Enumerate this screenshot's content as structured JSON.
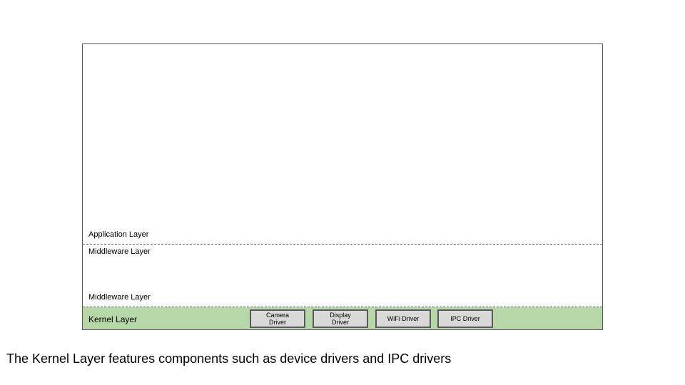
{
  "diagram": {
    "layers": {
      "application": "Application Layer",
      "middleware_top": "Middleware Layer",
      "middleware_bottom": "Middleware Layer",
      "kernel": "Kernel Layer"
    },
    "drivers": [
      {
        "label": "Camera\nDriver"
      },
      {
        "label": "Display\nDriver"
      },
      {
        "label": "WiFi Driver"
      },
      {
        "label": "IPC Driver"
      }
    ],
    "colors": {
      "kernel_band": "#b6d7a8",
      "driver_fill": "#d9d9d9",
      "driver_border": "#595959"
    }
  },
  "caption": "The Kernel Layer features components such as device drivers and IPC drivers"
}
